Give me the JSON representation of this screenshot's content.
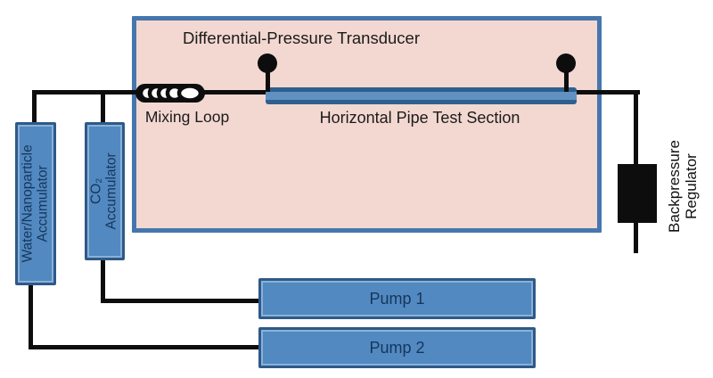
{
  "diagram": {
    "labels": {
      "dp_transducer": "Differential-Pressure Transducer",
      "mixing_loop": "Mixing Loop",
      "pipe_section": "Horizontal Pipe Test Section",
      "water_accumulator": "Water/Nanoparticle\nAccumulator",
      "co2_accumulator": "CO₂ Accumulator",
      "pump1": "Pump 1",
      "pump2": "Pump 2",
      "backpressure_regulator": "Backpressure\nRegulator"
    },
    "colors": {
      "enclosure_fill": "#f3d8d1",
      "enclosure_border": "#4577ae",
      "component_fill": "#5289c1",
      "component_border": "#2d5a88",
      "component_text": "#16365c",
      "pipe_center": "#6191c1",
      "pipe_edge": "#2e608f",
      "line": "#0d0d0d"
    }
  }
}
